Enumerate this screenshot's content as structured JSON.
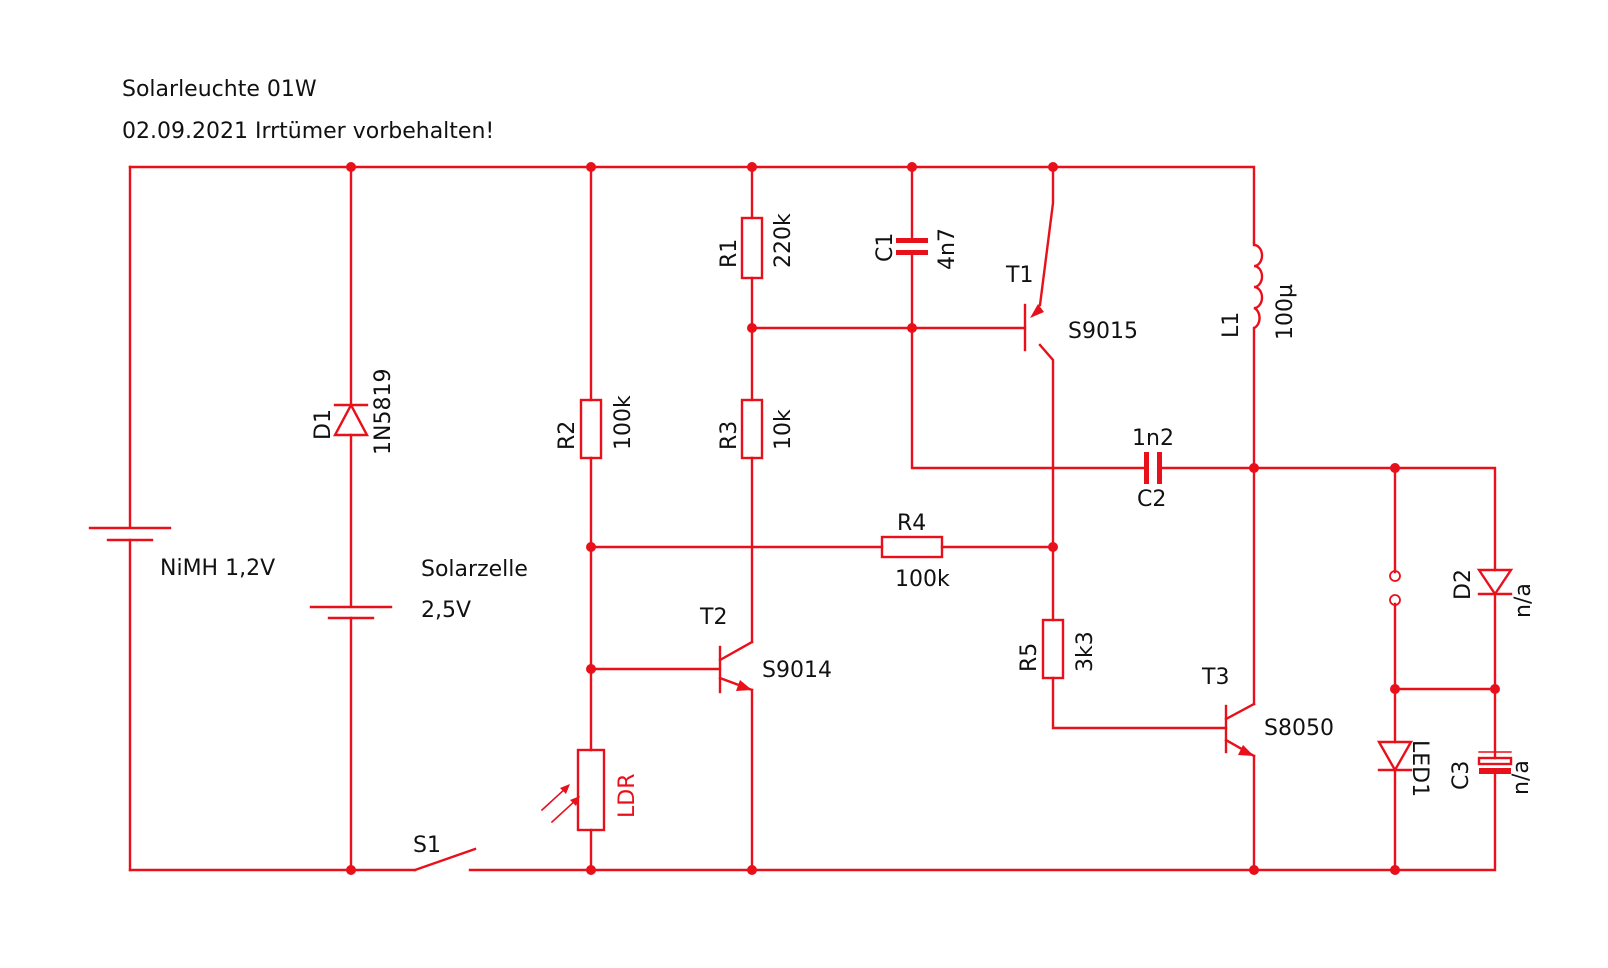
{
  "title": "Solarleuchte 01W",
  "subtitle": "02.09.2021 Irrtümer vorbehalten!",
  "colors": {
    "wire": "#e8101a",
    "text": "#111111",
    "background": "#ffffff"
  },
  "components": {
    "battery": {
      "label": "NiMH 1,2V"
    },
    "solar": {
      "label_line1": "Solarzelle",
      "label_line2": "2,5V"
    },
    "d1": {
      "ref": "D1",
      "value": "1N5819"
    },
    "r1": {
      "ref": "R1",
      "value": "220k"
    },
    "r2": {
      "ref": "R2",
      "value": "100k"
    },
    "r3": {
      "ref": "R3",
      "value": "10k"
    },
    "r4": {
      "ref": "R4",
      "value": "100k"
    },
    "r5": {
      "ref": "R5",
      "value": "3k3"
    },
    "c1": {
      "ref": "C1",
      "value": "4n7"
    },
    "c2": {
      "ref": "C2",
      "value": "1n2"
    },
    "c3": {
      "ref": "C3",
      "value": "n/a"
    },
    "l1": {
      "ref": "L1",
      "value": "100µ"
    },
    "t1": {
      "ref": "T1",
      "value": "S9015"
    },
    "t2": {
      "ref": "T2",
      "value": "S9014"
    },
    "t3": {
      "ref": "T3",
      "value": "S8050"
    },
    "d2": {
      "ref": "D2",
      "value": "n/a"
    },
    "led1": {
      "ref": "LED1"
    },
    "ldr": {
      "ref": "LDR"
    },
    "s1": {
      "ref": "S1"
    }
  }
}
